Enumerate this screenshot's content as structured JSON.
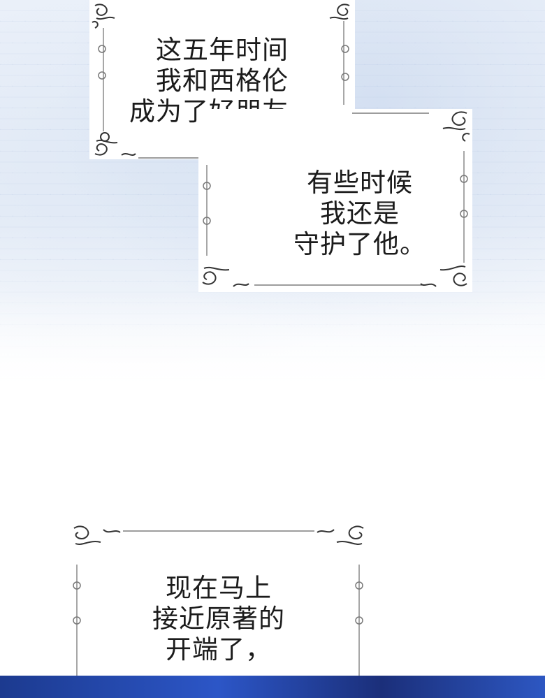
{
  "panels": [
    {
      "lines": [
        "这五年时间",
        "我和西格伦",
        "成为了好朋友，"
      ]
    },
    {
      "lines": [
        "有些时候",
        "我还是",
        "守护了他。"
      ]
    },
    {
      "lines": [
        "现在马上",
        "接近原著的",
        "开端了，"
      ]
    }
  ]
}
